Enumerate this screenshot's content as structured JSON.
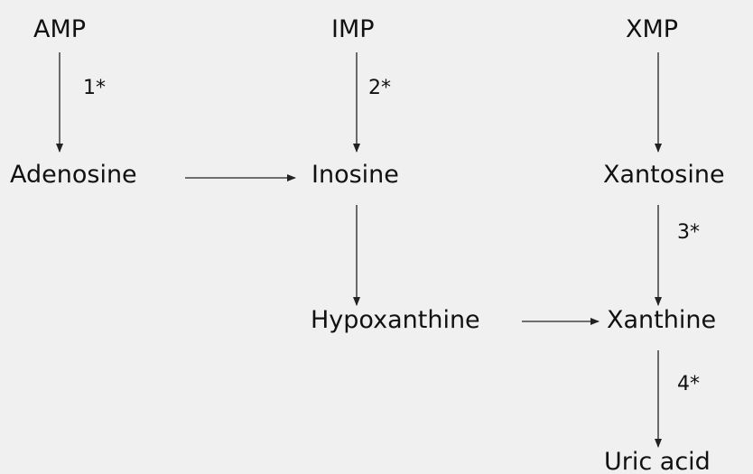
{
  "nodes": {
    "amp": "AMP",
    "imp": "IMP",
    "xmp": "XMP",
    "adenosine": "Adenosine",
    "inosine": "Inosine",
    "xantosine": "Xantosine",
    "hypoxanthine": "Hypoxanthine",
    "xanthine": "Xanthine",
    "uric_acid": "Uric acid"
  },
  "steps": {
    "step1": "1*",
    "step2": "2*",
    "step3": "3*",
    "step4": "4*"
  },
  "colors": {
    "background": "#f0f0f0",
    "text": "#111111",
    "arrow": "#222222"
  }
}
